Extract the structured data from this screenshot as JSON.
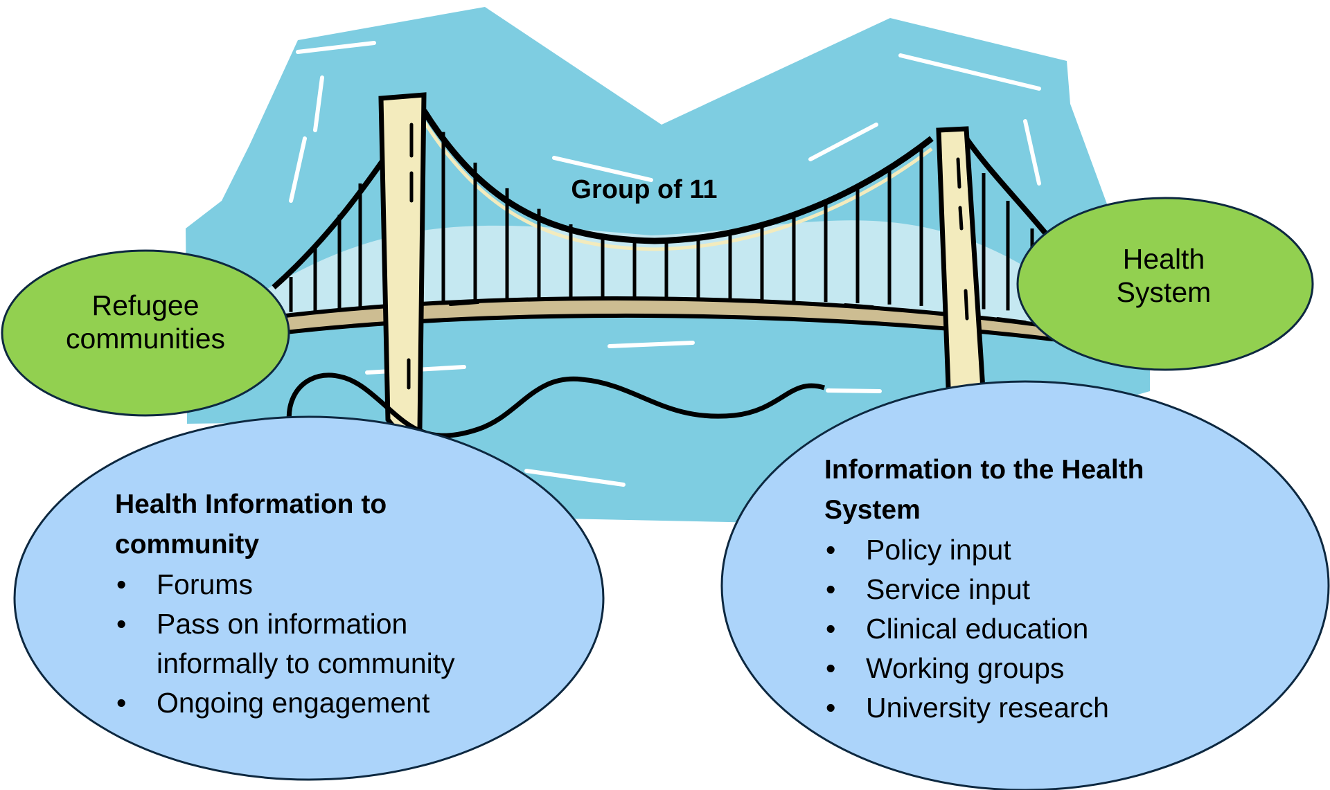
{
  "nodes": {
    "refugee": "Refugee\ncommunities",
    "health": "Health\nSystem",
    "bridge": "Group of 11"
  },
  "left_info": {
    "heading": "Health Information to community",
    "items": [
      "Forums",
      "Pass on information informally to community",
      "Ongoing engagement"
    ]
  },
  "right_info": {
    "heading": "Information to the Health System",
    "items": [
      "Policy input",
      "Service input",
      "Clinical education",
      "Working groups",
      "University research"
    ]
  },
  "colors": {
    "sky": "#7ecde1",
    "water_highlight": "#d9f1f8",
    "green": "#92d050",
    "light_blue": "#acd4fa",
    "tower": "#f3ebbd",
    "deck": "#cdbd92",
    "outline": "#000000",
    "ellipse_outline": "#0d2840"
  }
}
